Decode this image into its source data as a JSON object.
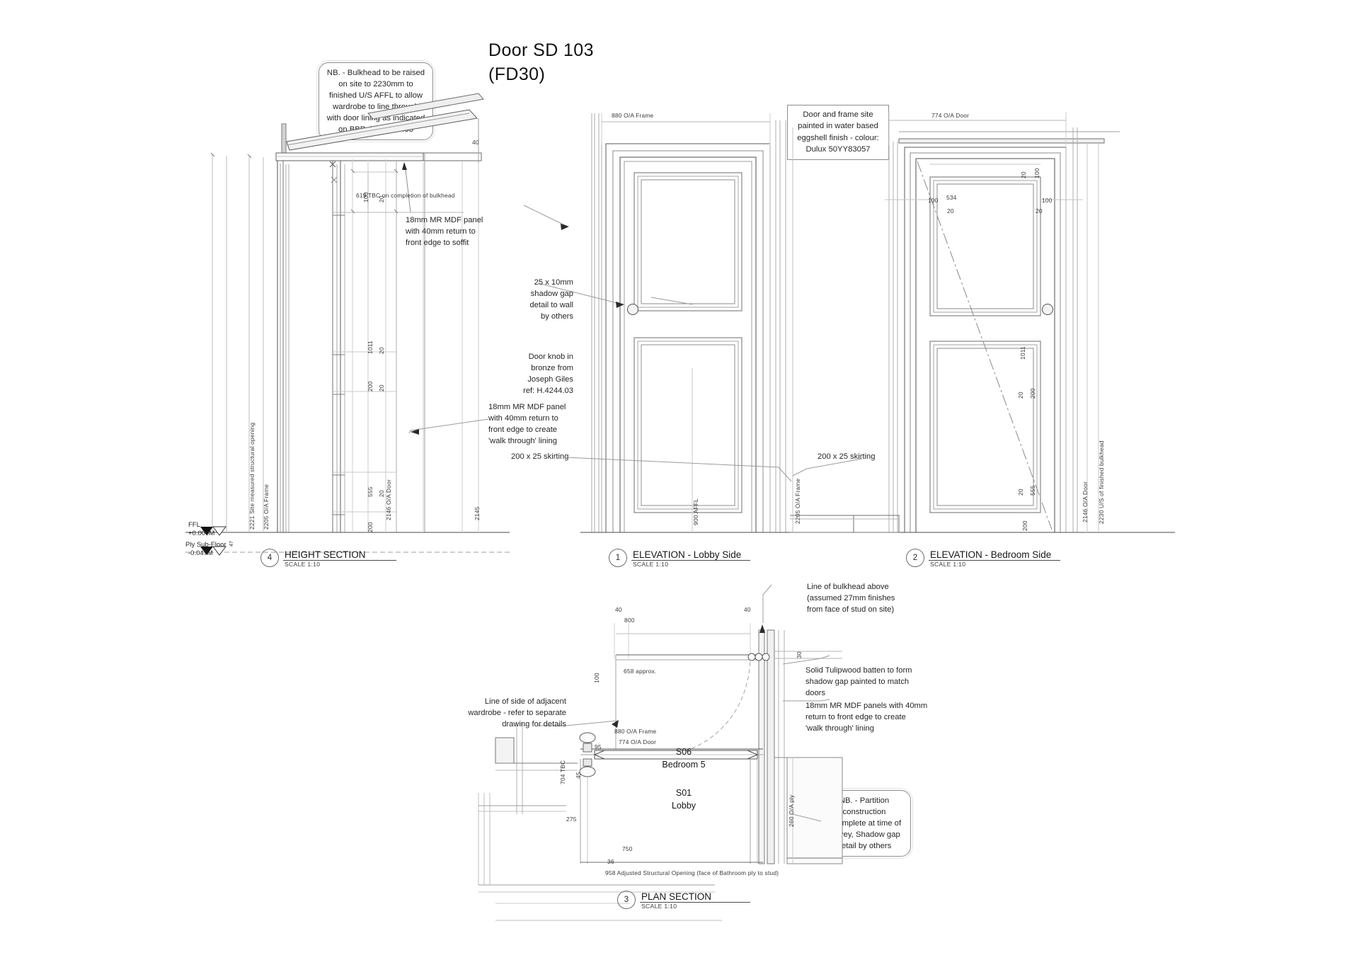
{
  "drawing": {
    "title_line1": "Door SD 103",
    "title_line2": "(FD30)"
  },
  "notes": {
    "bulkhead_cloud": "NB. - Bulkhead to be raised on\nsite to 2230mm to finished U/S\nAFFL to allow wardrobe to line\nthrough with door lining as\nindicated on BBP dwg. no. 453",
    "paint_note": "Door and frame site painted in\nwater based eggshell finish -\ncolour: Dulux 50YY83057",
    "partition_cloud": "NB. - Partition construction\nincomplete at time of survey,\nShadow gap detail by others"
  },
  "views": {
    "height_section": {
      "number": "4",
      "name": "HEIGHT SECTION",
      "scale": "SCALE 1:10",
      "leaders": [
        "18mm MR MDF panel\nwith 40mm return to\nfront edge to soffit",
        "18mm MR MDF panel\nwith 40mm return to\nfront edge to create\n'walk through' lining"
      ],
      "dims": {
        "tbc": "619 TBC on completion of bulkhead",
        "d40": "40",
        "d100": "100",
        "d20_a": "20",
        "d20_b": "20",
        "d20_c": "20",
        "d20_d": "20",
        "d1011": "1011",
        "d200_a": "200",
        "d555": "555",
        "d200_b": "200",
        "d2146": "2146 O/A Door",
        "d2145": "2145",
        "d2221": "2221 Site measured structural opening",
        "d2205": "2205 O/A Frame",
        "d47": "47"
      },
      "levels": {
        "ffl_label": "FFL",
        "ffl_value": "+0.000M",
        "sub_label": "Ply Sub-Floor",
        "sub_value": "-0.047M"
      }
    },
    "elevation_lobby": {
      "number": "1",
      "name": "ELEVATION - Lobby Side",
      "scale": "SCALE 1:10",
      "dims": {
        "frame": "880 O/A Frame",
        "height_frame": "2205 O/A Frame",
        "knob_height": "900 AFFL"
      },
      "leaders": [
        "25 x 10mm\nshadow gap\ndetail to wall\nby others",
        "Door knob in\nbronze from\nJoseph Giles\nref: H.4244.03",
        "200 x 25 skirting"
      ]
    },
    "elevation_bedroom": {
      "number": "2",
      "name": "ELEVATION - Bedroom Side",
      "scale": "SCALE 1:10",
      "dims": {
        "door": "774 O/A Door",
        "d534": "534",
        "d100_l": "100",
        "d100_r": "100",
        "d20_l": "20",
        "d20_r": "20",
        "d100_top": "100",
        "d20_top": "20",
        "d1011": "1011",
        "d20_mid": "20",
        "d200_mid": "200",
        "d20_low": "20",
        "d555": "555",
        "d200_low": "200",
        "d2146": "2146 O/A Door",
        "d2230": "2230 U/S of finished bulkhead"
      },
      "leaders": [
        "200 x 25 skirting"
      ]
    },
    "plan_section": {
      "number": "3",
      "name": "PLAN SECTION",
      "scale": "SCALE 1:10",
      "rooms": [
        {
          "code": "S06",
          "name": "Bedroom 5"
        },
        {
          "code": "S01",
          "name": "Lobby"
        }
      ],
      "leaders": [
        "Line of bulkhead above\n(assumed 27mm finishes\nfrom face of stud on site)",
        "Line of side of adjacent\nwardrobe - refer to separate\ndrawing for details",
        "Solid Tulipwood batten to form\nshadow gap painted to match\ndoors",
        "18mm MR MDF panels with 40mm\nreturn to front edge to create\n'walk through' lining"
      ],
      "dims": {
        "d40_l": "40",
        "d800": "800",
        "d40_r": "40",
        "d30": "30",
        "d100": "100",
        "d658": "658 approx.",
        "frame": "880 O/A Frame",
        "door": "774 O/A Door",
        "d95": "95",
        "d45": "45",
        "d704": "704 TBC",
        "d275": "275",
        "d750": "750",
        "d36": "36",
        "d958": "958 Adjusted Structural Opening (face of Bathroom ply to stud)",
        "d260": "260 O/A ply"
      }
    }
  }
}
